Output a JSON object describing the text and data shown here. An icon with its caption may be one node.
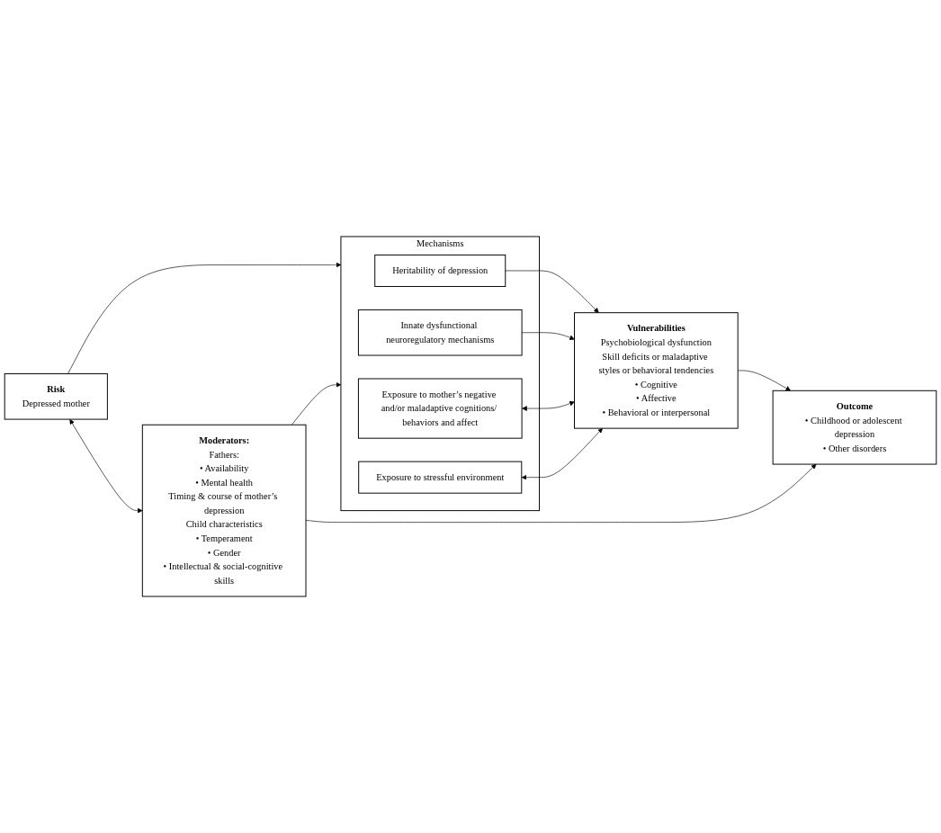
{
  "diagram": {
    "nodes": [
      {
        "text": [
          "Risk",
          "Depressed mother"
        ]
      },
      {
        "text": [
          "Moderators:",
          "Fathers:",
          "• Availability",
          "• Mental health",
          "Timing & course of mother’s depression",
          "Child characteristics",
          "• Temperament",
          "• Gender",
          "• Intellectual & social-cognitive skills"
        ]
      },
      {
        "text": [
          "Mechanisms"
        ]
      },
      {
        "text": [
          "Heritability of depression"
        ],
        "in": 2
      },
      {
        "text": [
          "Innate dysfunctional neuroregulatory mechanisms"
        ],
        "in": 2
      },
      {
        "text": [
          "Exposure to mother’s negative and/or maladaptive cognitions/ behaviors and affect"
        ],
        "in": 2
      },
      {
        "text": [
          "Exposure to stressful environment"
        ],
        "in": 2
      },
      {
        "text": [
          "Vulnerabilities",
          "Psychobiological dysfunction",
          "Skill deficits or maladaptive styles or behavioral tendencies",
          "• Cognitive",
          "• Affective",
          "• Behavioral or interpersonal"
        ]
      },
      {
        "text": [
          "Outcome",
          "• Childhood or adolescent depression",
          "• Other disorders"
        ]
      }
    ],
    "edges": [
      {
        "from": 0,
        "to": 2,
        "arrow": "to"
      },
      {
        "from": 0,
        "to": 1,
        "arrow": "both"
      },
      {
        "from": 1,
        "to": 2,
        "arrow": "to"
      },
      {
        "from": 3,
        "to": 7,
        "arrow": "to"
      },
      {
        "from": 4,
        "to": 7,
        "arrow": "to"
      },
      {
        "from": 5,
        "to": 7,
        "arrow": "both"
      },
      {
        "from": 6,
        "to": 7,
        "arrow": "both"
      },
      {
        "from": 7,
        "to": 8,
        "arrow": "to"
      },
      {
        "from": 1,
        "to": 8,
        "arrow": "to"
      }
    ]
  }
}
